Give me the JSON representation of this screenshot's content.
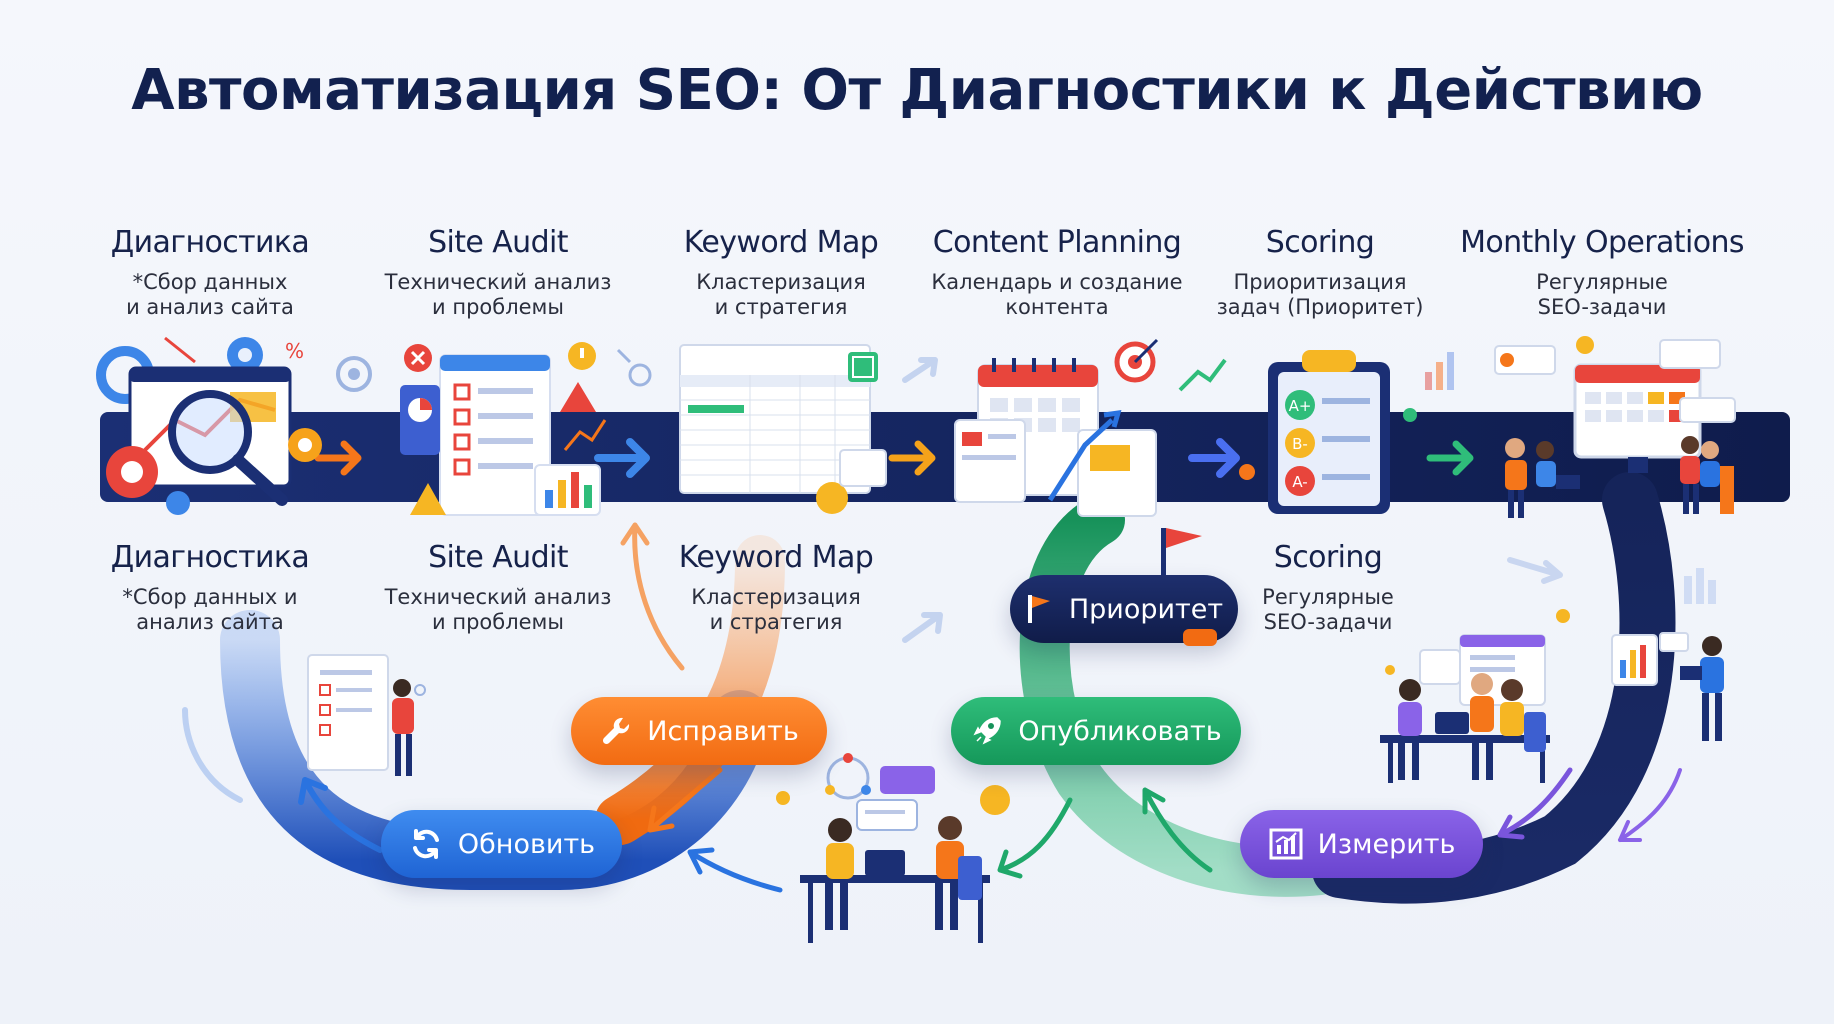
{
  "title": "Автоматизация SEO: От Диагностики к Действию",
  "steps_top": [
    {
      "title": "Диагностика",
      "desc": "*Сбор данных\nи анализ сайта"
    },
    {
      "title": "Site Audit",
      "desc": "Технический анализ\nи проблемы"
    },
    {
      "title": "Keyword Map",
      "desc": "Кластеризация\nи стратегия"
    },
    {
      "title": "Content Planning",
      "desc": "Календарь и создание\nконтента"
    },
    {
      "title": "Scoring",
      "desc": "Приоритизация\nзадач (Приоритет)"
    },
    {
      "title": "Monthly Operations",
      "desc": "Регулярные\nSEO-задачи"
    }
  ],
  "steps_bottom": [
    {
      "title": "Диагностика",
      "desc": "*Сбор данных и\nанализ сайта"
    },
    {
      "title": "Site Audit",
      "desc": "Технический анализ\nи проблемы"
    },
    {
      "title": "Keyword Map",
      "desc": "Кластеризация\nи стратегия"
    },
    {
      "title": "Scoring",
      "desc": "Регулярные\nSEO-задачи"
    }
  ],
  "actions": {
    "update": "Обновить",
    "fix": "Исправить",
    "publish": "Опубликовать",
    "priority": "Приоритет",
    "measure": "Измерить"
  },
  "scoring_grades": [
    "A+",
    "B-",
    "A-"
  ],
  "colors": {
    "navy": "#12214f",
    "blue": "#2a73e0",
    "orange": "#f5761a",
    "green": "#1fa86a",
    "purple": "#7a55dc",
    "red": "#e8453c",
    "yellow": "#f6b623"
  },
  "icons": [
    "search-icon",
    "gear-icon",
    "warning-icon",
    "checklist-icon",
    "spreadsheet-icon",
    "calendar-icon",
    "target-icon",
    "clipboard-icon",
    "wrench-icon",
    "refresh-icon",
    "rocket-icon",
    "flag-icon",
    "chart-icon",
    "coin-icon"
  ]
}
